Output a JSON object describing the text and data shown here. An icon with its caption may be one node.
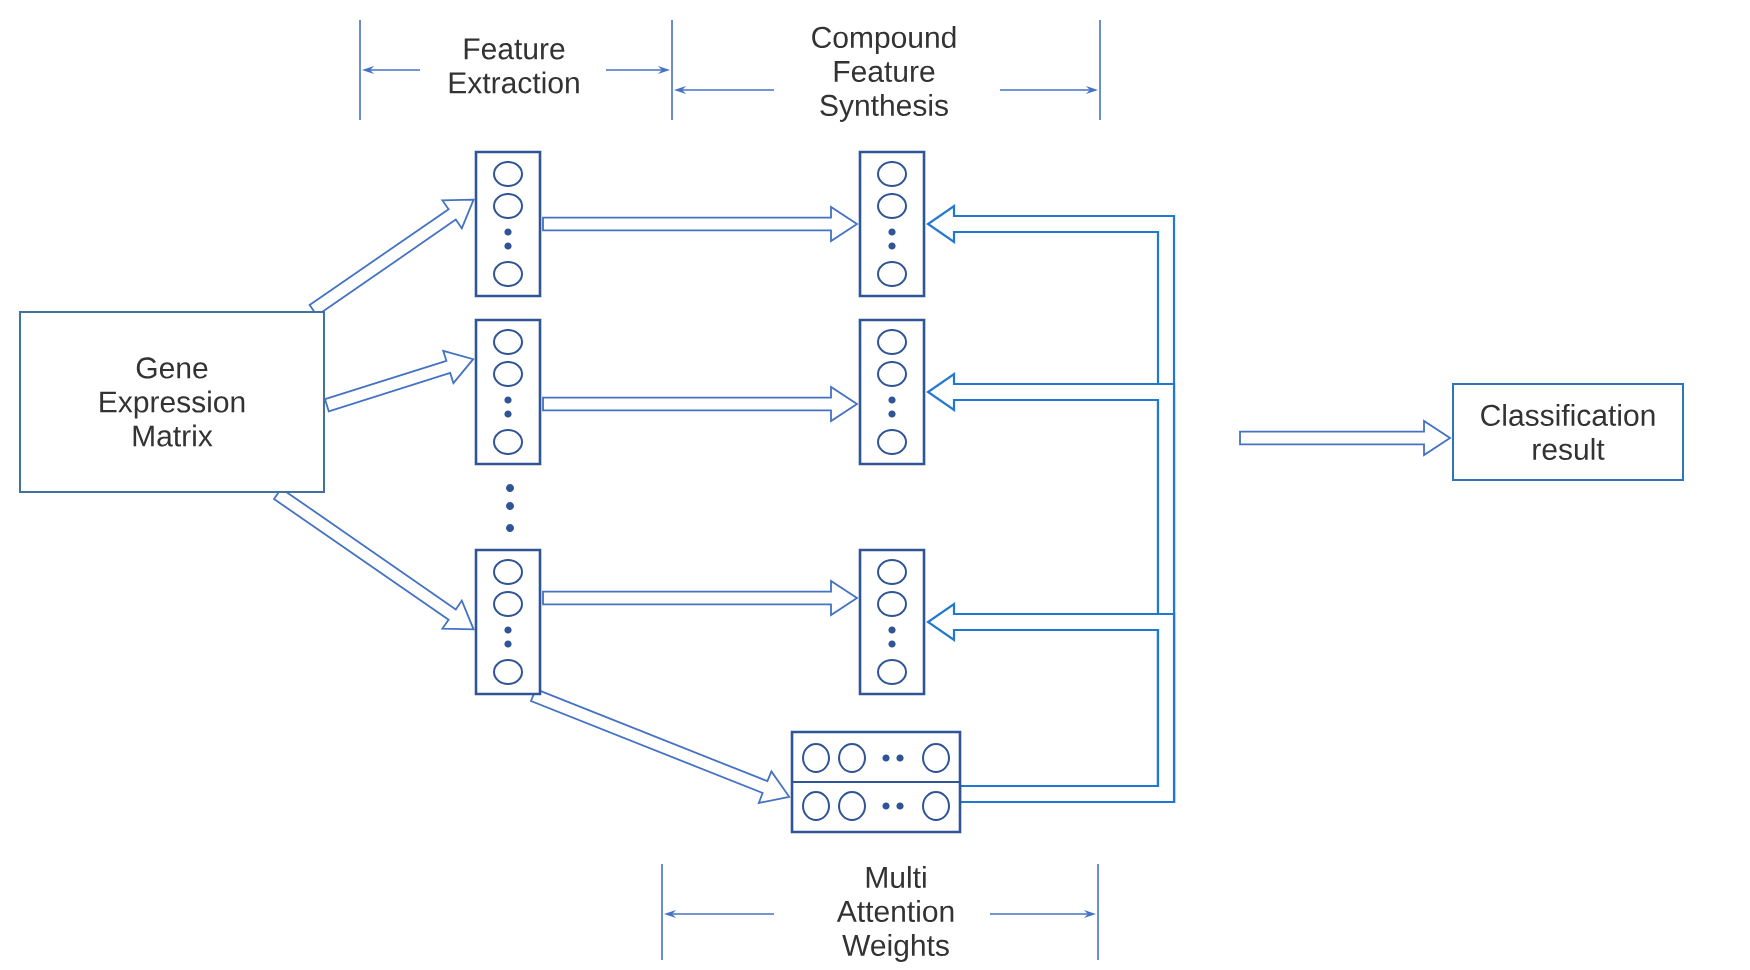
{
  "diagram": {
    "nodes": [
      {
        "text": [
          "Gene Expression Matrix"
        ]
      },
      {
        "text": [],
        "shape": "box",
        "beside": [
          "Feature Extraction"
        ]
      },
      {
        "text": [],
        "shape": "box"
      },
      {
        "text": [],
        "shape": "box"
      },
      {
        "text": [],
        "shape": "box",
        "beside": [
          "Compound Feature Synthesis"
        ]
      },
      {
        "text": [],
        "shape": "box"
      },
      {
        "text": [],
        "shape": "box"
      },
      {
        "text": [],
        "shape": "box",
        "beside": [
          "Multi Attention Weights"
        ]
      },
      {
        "text": [
          "Classification result"
        ]
      }
    ],
    "edges": [
      {
        "from": 0,
        "to": 1,
        "arrow": "to"
      },
      {
        "from": 0,
        "to": 2,
        "arrow": "to"
      },
      {
        "from": 0,
        "to": 3,
        "arrow": "to"
      },
      {
        "from": 1,
        "to": 4,
        "arrow": "to"
      },
      {
        "from": 2,
        "to": 5,
        "arrow": "to"
      },
      {
        "from": 3,
        "to": 6,
        "arrow": "to"
      },
      {
        "from": 3,
        "to": 7,
        "arrow": "to"
      },
      {
        "from": 7,
        "to": 4,
        "arrow": "to"
      },
      {
        "from": 7,
        "to": 5,
        "arrow": "to"
      },
      {
        "from": 7,
        "to": 6,
        "arrow": "to"
      },
      {
        "from": null,
        "to": 8,
        "arrow": "to"
      }
    ]
  }
}
